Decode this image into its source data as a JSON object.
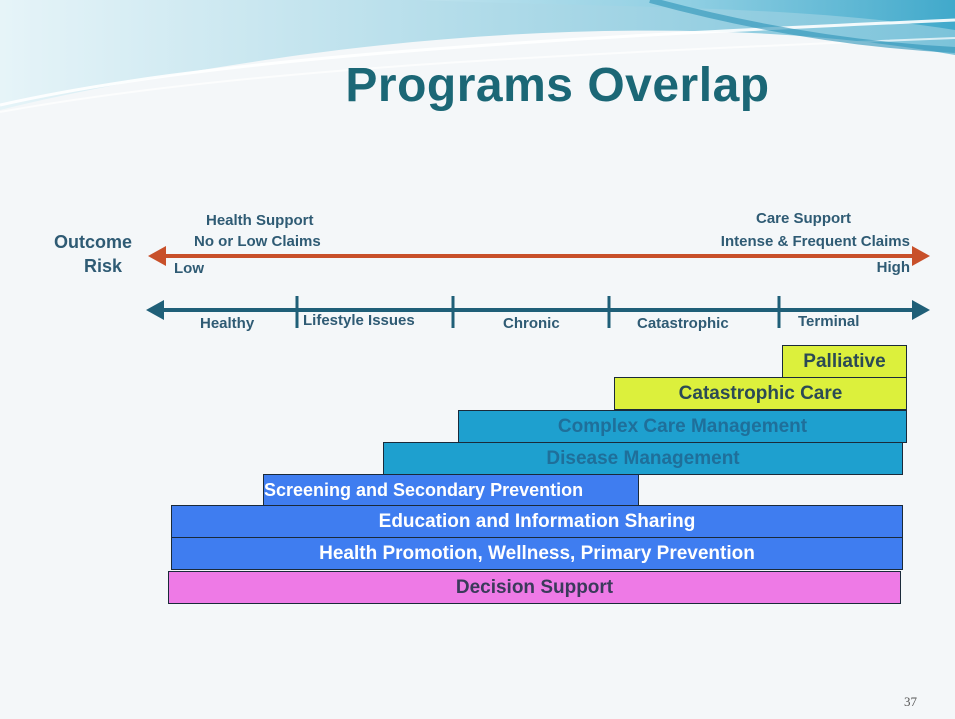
{
  "title": "Programs Overlap",
  "outcome_label_line1": "Outcome",
  "outcome_label_line2": "Risk",
  "left_header_line1": "Health Support",
  "left_header_line2": "No or Low Claims",
  "right_header_line1": "Care Support",
  "right_header_line2": "Intense & Frequent Claims",
  "risk_low": "Low",
  "risk_high": "High",
  "stages": [
    "Healthy",
    "Lifestyle Issues",
    "Chronic",
    "Catastrophic",
    "Terminal"
  ],
  "programs": {
    "palliative": "Palliative",
    "catastrophic_care": "Catastrophic Care",
    "complex_care": "Complex Care Management",
    "disease_mgmt": "Disease Management",
    "screening": "Screening and Secondary Prevention",
    "education": "Education and Information Sharing",
    "health_promotion": "Health Promotion, Wellness, Primary Prevention",
    "decision_support": "Decision Support"
  },
  "colors": {
    "title": "#1b6776",
    "risk_arrow": "#c8502a",
    "stage_arrow": "#1f5f78",
    "lime": "#dcf03c",
    "teal": "#1ea0cf",
    "blue": "#3f7df0",
    "pink": "#ee7ae6"
  },
  "page_number": "37"
}
